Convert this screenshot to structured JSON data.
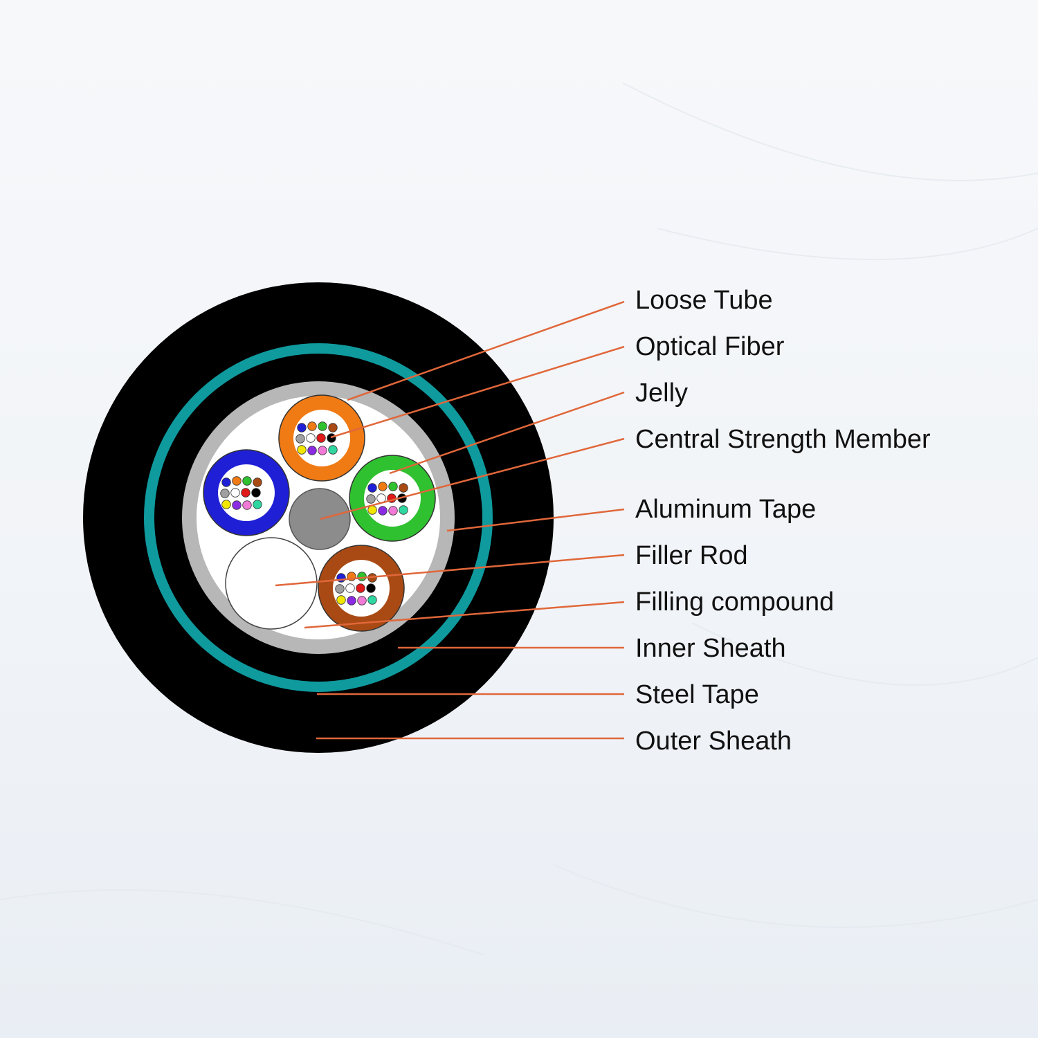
{
  "colors": {
    "outer_sheath": "#000000",
    "steel_tape": "#0f9a9e",
    "inner_sheath": "#000000",
    "aluminum_tape": "#b7b7b7",
    "core_fill": "#ffffff",
    "central_strength_member": "#8c8c8c",
    "leader_line": "#e0673a",
    "tube_orange": "#f07a14",
    "tube_green": "#2fc12f",
    "tube_blue": "#1f1fd6",
    "tube_brown": "#a94a14"
  },
  "fiber_colors": [
    "#1f1fd6",
    "#f07a14",
    "#2fc12f",
    "#a94a14",
    "#a0a0a0",
    "#ffffff",
    "#e01919",
    "#000000",
    "#f2e600",
    "#8a2be2",
    "#f07ad6",
    "#2fd6a0"
  ],
  "labels": [
    {
      "id": "loose-tube",
      "text": "Loose Tube"
    },
    {
      "id": "optical-fiber",
      "text": "Optical Fiber"
    },
    {
      "id": "jelly",
      "text": "Jelly"
    },
    {
      "id": "central-strength-member",
      "text": "Central Strength Member"
    },
    {
      "id": "aluminum-tape",
      "text": "Aluminum Tape"
    },
    {
      "id": "filler-rod",
      "text": "Filler Rod"
    },
    {
      "id": "filling-compound",
      "text": "Filling compound"
    },
    {
      "id": "inner-sheath",
      "text": "Inner Sheath"
    },
    {
      "id": "steel-tape",
      "text": "Steel Tape"
    },
    {
      "id": "outer-sheath",
      "text": "Outer Sheath"
    }
  ]
}
